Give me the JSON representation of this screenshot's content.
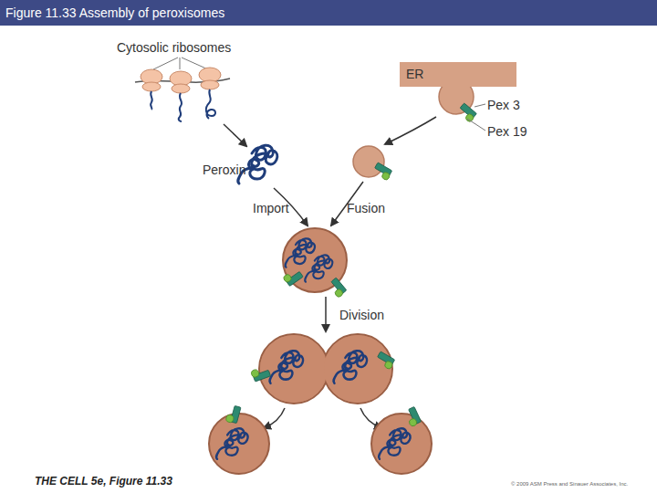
{
  "diagram": {
    "title": "Figure 11.33 Assembly of peroxisomes",
    "nodes": [
      {
        "text": [
          "Cytosolic ribosomes"
        ]
      },
      {
        "text": [
          "ER"
        ]
      },
      {
        "text": [
          "Peroxin"
        ]
      }
    ],
    "edges": [
      {
        "from": 0,
        "to": 2,
        "arrow": "to"
      }
    ],
    "labels": [
      "Pex 3",
      "Pex 19",
      "Import",
      "Fusion",
      "Division",
      "THE CELL 5e, Figure 11.33",
      "© 2009 ASM Press and Sinauer Associates, Inc."
    ]
  }
}
